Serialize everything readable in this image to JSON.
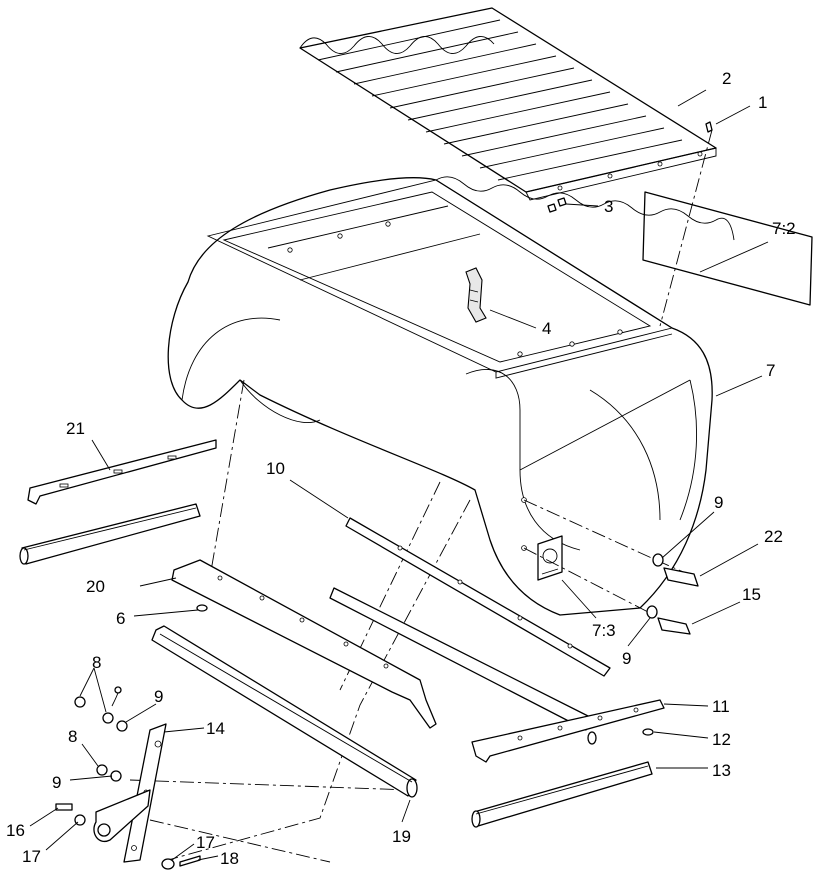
{
  "callouts": {
    "c1": "1",
    "c2": "2",
    "c3": "3",
    "c4": "4",
    "c7": "7",
    "c7_2": "7:2",
    "c7_3": "7:3",
    "c6": "6",
    "c8a": "8",
    "c8b": "8",
    "c9a": "9",
    "c9b": "9",
    "c9c": "9",
    "c9d": "9",
    "c10": "10",
    "c11": "11",
    "c12": "12",
    "c13": "13",
    "c14": "14",
    "c15": "15",
    "c16": "16",
    "c17a": "17",
    "c17b": "17",
    "c18": "18",
    "c19": "19",
    "c20": "20",
    "c21": "21",
    "c22": "22"
  }
}
